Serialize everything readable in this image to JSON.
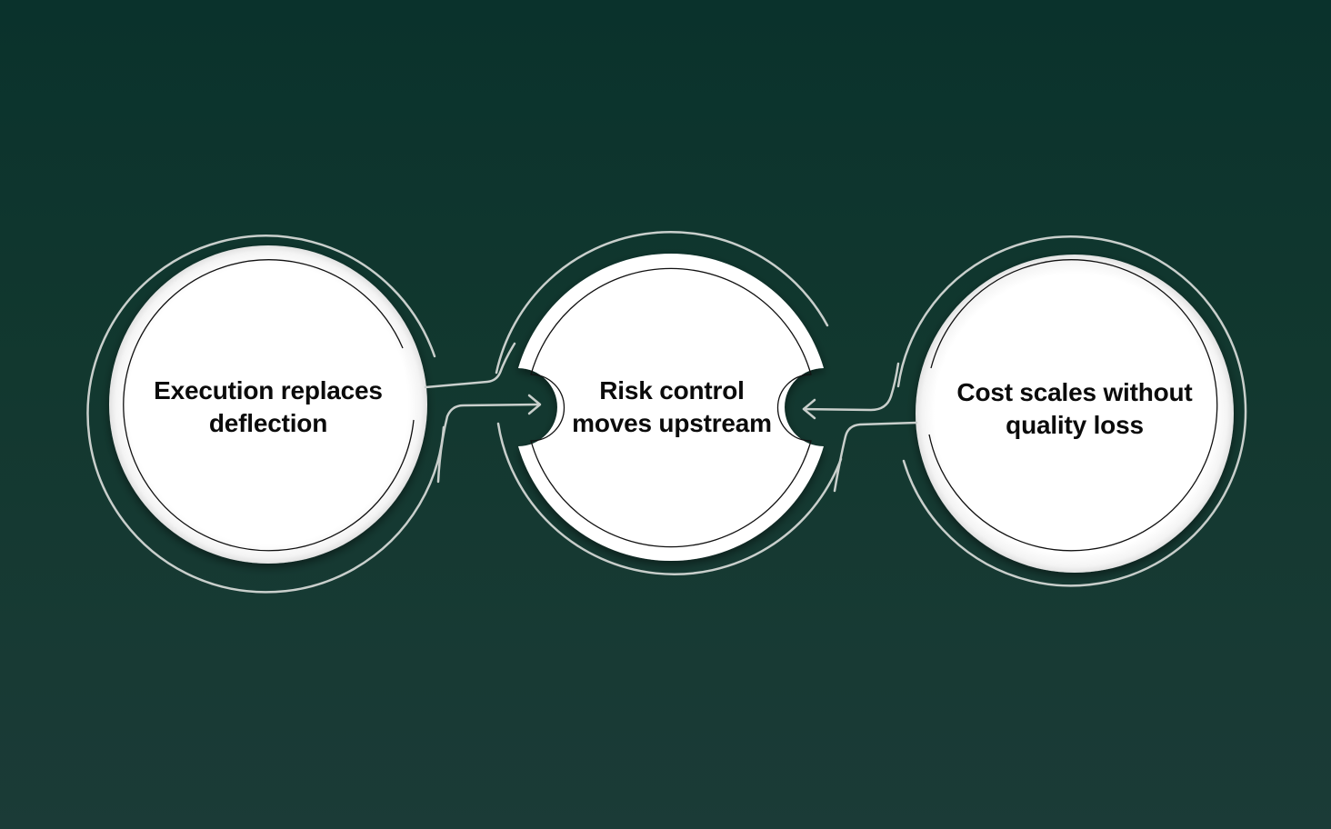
{
  "diagram": {
    "type": "three-node flow",
    "colors": {
      "background_top": "#0a322c",
      "background_bottom": "#1b3b37",
      "node_fill": "#ffffff",
      "node_inner_ring": "#111111",
      "outer_ring": "#c9cfcc",
      "connector": "#c9cfcc",
      "text": "#0b0b0b"
    },
    "nodes": [
      {
        "id": "left",
        "lines": [
          "Execution replaces",
          "deflection"
        ]
      },
      {
        "id": "center",
        "lines": [
          "Risk control",
          "moves upstream"
        ]
      },
      {
        "id": "right",
        "lines": [
          "Cost scales without",
          "quality loss"
        ]
      }
    ],
    "edges": [
      {
        "from": "left",
        "to": "center",
        "arrow": "right-pointing-arrow"
      },
      {
        "from": "right",
        "to": "center",
        "arrow": "left-pointing-arrow"
      }
    ]
  }
}
